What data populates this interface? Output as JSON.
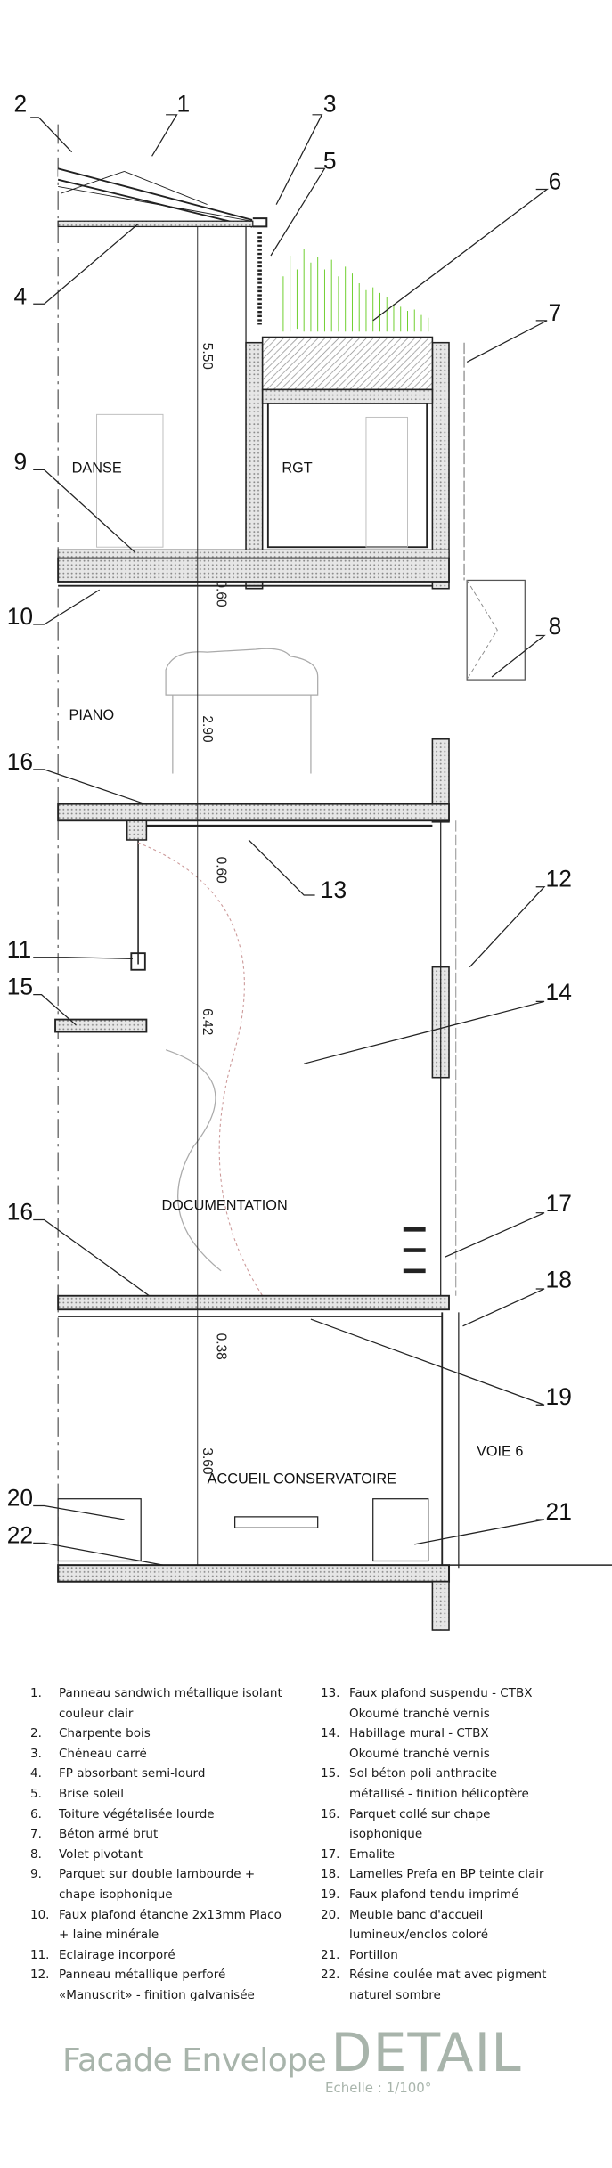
{
  "callouts": [
    "1",
    "2",
    "3",
    "4",
    "5",
    "6",
    "7",
    "8",
    "9",
    "10",
    "11",
    "12",
    "13",
    "14",
    "15",
    "16",
    "16",
    "17",
    "18",
    "19",
    "20",
    "21",
    "22"
  ],
  "rooms": {
    "danse": "DANSE",
    "rgt": "RGT",
    "piano": "PIANO",
    "documentation": "DOCUMENTATION",
    "accueil": "ACCUEIL CONSERVATOIRE",
    "voie": "VOIE 6"
  },
  "dimensions": [
    "5.50",
    "0.60",
    "2.90",
    "0.60",
    "6.42",
    "0.38",
    "3.60"
  ],
  "legend": [
    {
      "n": "1.",
      "t": "Panneau sandwich métallique isolant\ncouleur clair"
    },
    {
      "n": "2.",
      "t": "Charpente bois"
    },
    {
      "n": "3.",
      "t": "Chéneau carré"
    },
    {
      "n": "4.",
      "t": "FP absorbant semi-lourd"
    },
    {
      "n": "5.",
      "t": "Brise soleil"
    },
    {
      "n": "6.",
      "t": "Toiture végétalisée lourde"
    },
    {
      "n": "7.",
      "t": "Béton armé brut"
    },
    {
      "n": "8.",
      "t": "Volet pivotant"
    },
    {
      "n": "9.",
      "t": "Parquet sur double lambourde +\nchape isophonique"
    },
    {
      "n": "10.",
      "t": "Faux plafond étanche 2x13mm Placo\n+ laine minérale"
    },
    {
      "n": "11.",
      "t": "Eclairage incorporé"
    },
    {
      "n": "12.",
      "t": "Panneau métallique perforé\n«Manuscrit» - finition galvanisée"
    },
    {
      "n": "13.",
      "t": "Faux plafond suspendu - CTBX\nOkoumé tranché vernis"
    },
    {
      "n": "14.",
      "t": "Habillage mural - CTBX\nOkoumé tranché vernis"
    },
    {
      "n": "15.",
      "t": "Sol béton poli anthracite\nmétallisé - finition hélicoptère"
    },
    {
      "n": "16.",
      "t": "Parquet collé sur chape\nisophonique"
    },
    {
      "n": "17.",
      "t": "Emalite"
    },
    {
      "n": "18.",
      "t": "Lamelles Prefa en BP teinte clair"
    },
    {
      "n": "19.",
      "t": "Faux plafond tendu imprimé"
    },
    {
      "n": "20.",
      "t": "Meuble banc d'accueil\nlumineux/enclos coloré"
    },
    {
      "n": "21.",
      "t": "Portillon"
    },
    {
      "n": "22.",
      "t": "Résine coulée mat avec pigment\nnaturel sombre"
    }
  ],
  "title": {
    "part1": "Facade Envelope",
    "part2": "DETAIL",
    "scale": "Echelle : 1/100°"
  },
  "colors": {
    "concrete": "#d9d9d9",
    "vegetation": "#66cc22",
    "title": "#a8b4ab"
  }
}
